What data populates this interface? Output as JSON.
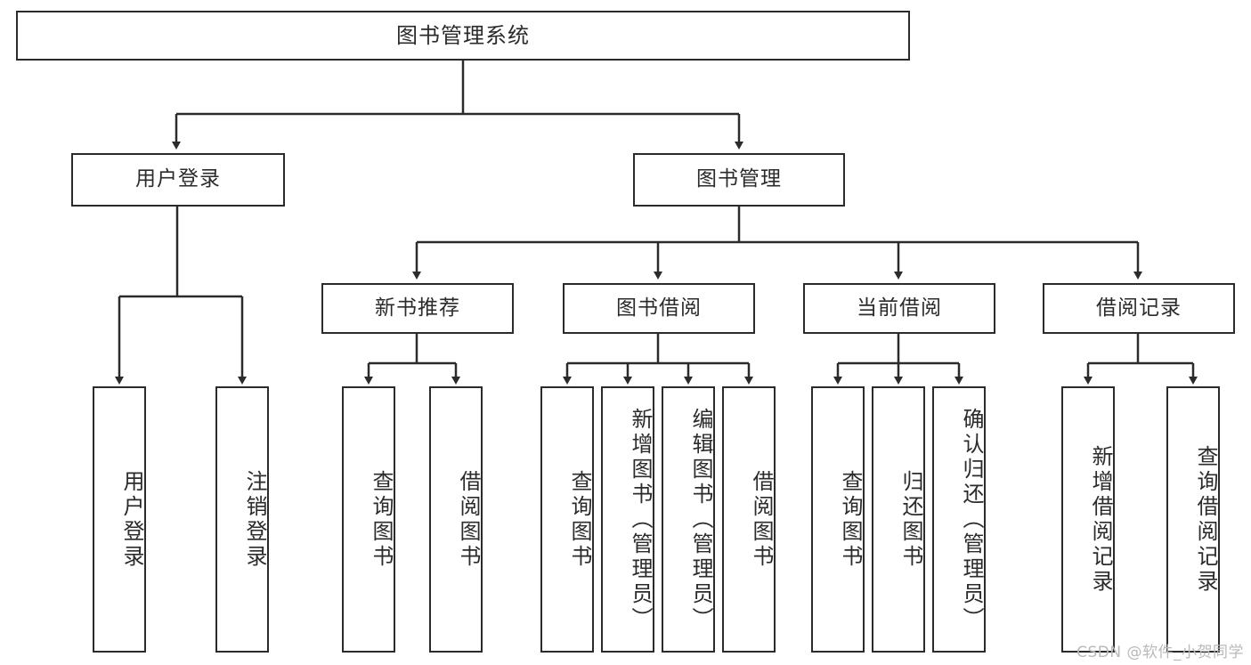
{
  "diagram": {
    "type": "tree",
    "title": "图书管理系统",
    "orientation": "top-down",
    "levels": 4,
    "line_color": "#2b2b2b",
    "box_fill": "#ffffff",
    "box_border": "#2b2b2b",
    "text_color": "#2b2b2b"
  },
  "nodes": {
    "root": {
      "label": "图书管理系统"
    },
    "level2": [
      {
        "id": "user-login",
        "label": "用户登录"
      },
      {
        "id": "book-management",
        "label": "图书管理"
      }
    ],
    "level3": [
      {
        "id": "new-book-recommend",
        "label": "新书推荐"
      },
      {
        "id": "book-borrow",
        "label": "图书借阅"
      },
      {
        "id": "current-borrow",
        "label": "当前借阅"
      },
      {
        "id": "borrow-record",
        "label": "借阅记录"
      }
    ],
    "leaves": [
      {
        "id": "leaf-user-login",
        "label": "用户登录",
        "parent": "user-login"
      },
      {
        "id": "leaf-logout-login",
        "label": "注销登录",
        "parent": "user-login"
      },
      {
        "id": "leaf-query-book-1",
        "label": "查询图书",
        "parent": "new-book-recommend"
      },
      {
        "id": "leaf-borrow-book-1",
        "label": "借阅图书",
        "parent": "new-book-recommend"
      },
      {
        "id": "leaf-query-book-2",
        "label": "查询图书",
        "parent": "book-borrow"
      },
      {
        "id": "leaf-add-book",
        "label": "新增图书（管理员）",
        "parent": "book-borrow"
      },
      {
        "id": "leaf-edit-book",
        "label": "编辑图书（管理员）",
        "parent": "book-borrow"
      },
      {
        "id": "leaf-borrow-book-2",
        "label": "借阅图书",
        "parent": "book-borrow"
      },
      {
        "id": "leaf-query-book-3",
        "label": "查询图书",
        "parent": "current-borrow"
      },
      {
        "id": "leaf-return-book",
        "label": "归还图书",
        "parent": "current-borrow"
      },
      {
        "id": "leaf-confirm-return",
        "label": "确认归还（管理员）",
        "parent": "current-borrow"
      },
      {
        "id": "leaf-add-record",
        "label": "新增借阅记录",
        "parent": "borrow-record"
      },
      {
        "id": "leaf-query-record",
        "label": "查询借阅记录",
        "parent": "borrow-record"
      }
    ]
  },
  "watermark": {
    "text": "CSDN @软件_小贺同学"
  }
}
